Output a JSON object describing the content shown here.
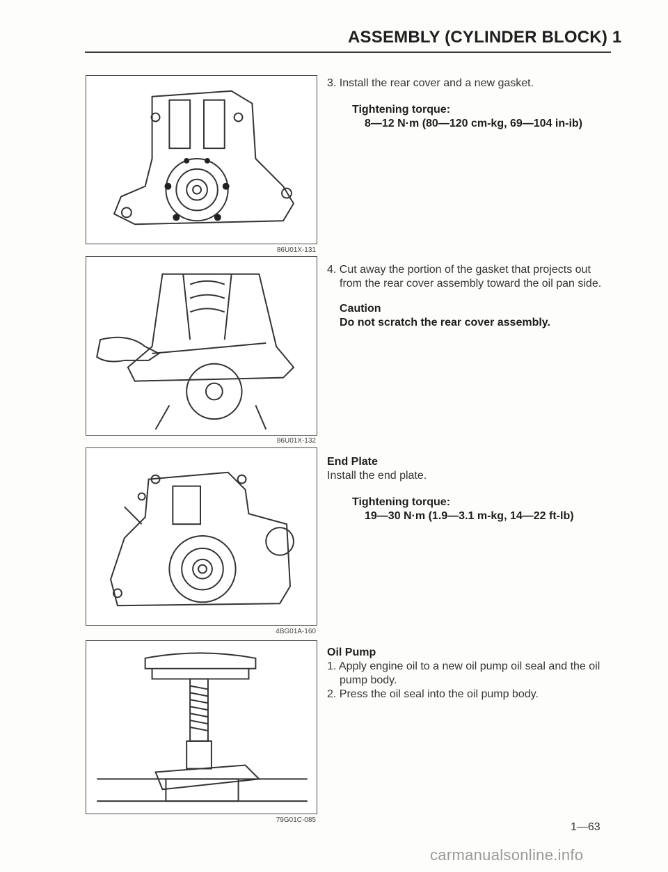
{
  "header": {
    "title": "ASSEMBLY (CYLINDER BLOCK) 1"
  },
  "figures": [
    {
      "id": "86U01X-131"
    },
    {
      "id": "86U01X-132"
    },
    {
      "id": "4BG01A-160"
    },
    {
      "id": "79G01C-085"
    }
  ],
  "step3": {
    "text": "3. Install the rear cover and a new gasket.",
    "torque_label": "Tightening torque:",
    "torque_value": "8—12 N·m (80—120 cm-kg, 69—104 in-ib)"
  },
  "step4": {
    "text": "4. Cut away the portion of the gasket that projects out from the rear cover assembly toward the oil pan side.",
    "caution_label": "Caution",
    "caution_text": "Do not scratch the rear cover assembly."
  },
  "end_plate": {
    "heading": "End Plate",
    "text": "Install the end plate.",
    "torque_label": "Tightening torque:",
    "torque_value": "19—30 N·m (1.9—3.1 m-kg, 14—22 ft-lb)"
  },
  "oil_pump": {
    "heading": "Oil Pump",
    "steps": [
      "1. Apply engine oil to a new oil pump oil seal and the oil pump body.",
      "2. Press the oil seal into the oil pump body."
    ]
  },
  "footer": {
    "page_number": "1—63",
    "watermark": "carmanualsonline.info"
  }
}
